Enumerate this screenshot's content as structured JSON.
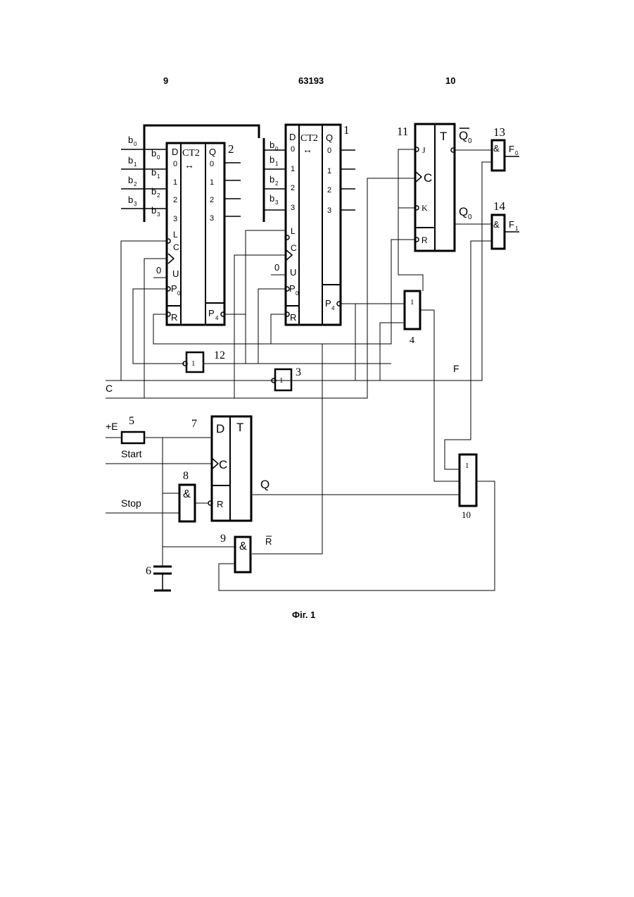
{
  "header": {
    "left_page": "9",
    "doc_number": "63193",
    "right_page": "10"
  },
  "caption": "Фіг. 1",
  "counter_labels": {
    "func": "CT2",
    "arrows": "↔",
    "d": "D",
    "q": "Q",
    "d0": "0",
    "d1": "1",
    "d2": "2",
    "d3": "3",
    "q0": "0",
    "q1": "1",
    "q2": "2",
    "q3": "3",
    "l": "L",
    "c": "C",
    "u": "U",
    "p": "P",
    "p_sub": "0",
    "r": "R",
    "p4": "P",
    "p4_sub": "4",
    "b": "b",
    "b0": "0",
    "b1": "1",
    "b2": "2",
    "b3": "3",
    "zero": "0"
  },
  "numbers": {
    "n1": "1",
    "n2": "2",
    "n3": "3",
    "n4": "4",
    "n5": "5",
    "n6": "6",
    "n7": "7",
    "n8": "8",
    "n9": "9",
    "n10": "10",
    "n11": "11",
    "n12": "12",
    "n13": "13",
    "n14": "14"
  },
  "jk": {
    "j": "J",
    "c": "C",
    "k": "K",
    "r": "R",
    "t": "T",
    "q0": "Q",
    "q0_sub": "0"
  },
  "gates": {
    "or": "1",
    "and": "&"
  },
  "outputs": {
    "f0": "F",
    "f0_sub": "0",
    "f1": "F",
    "f1_sub": "1",
    "f": "F",
    "c": "C"
  },
  "control": {
    "plus_e": "+E",
    "start": "Start",
    "stop": "Stop",
    "d": "D",
    "t": "T",
    "c": "C",
    "r": "R",
    "q": "Q",
    "rbar": "R"
  }
}
